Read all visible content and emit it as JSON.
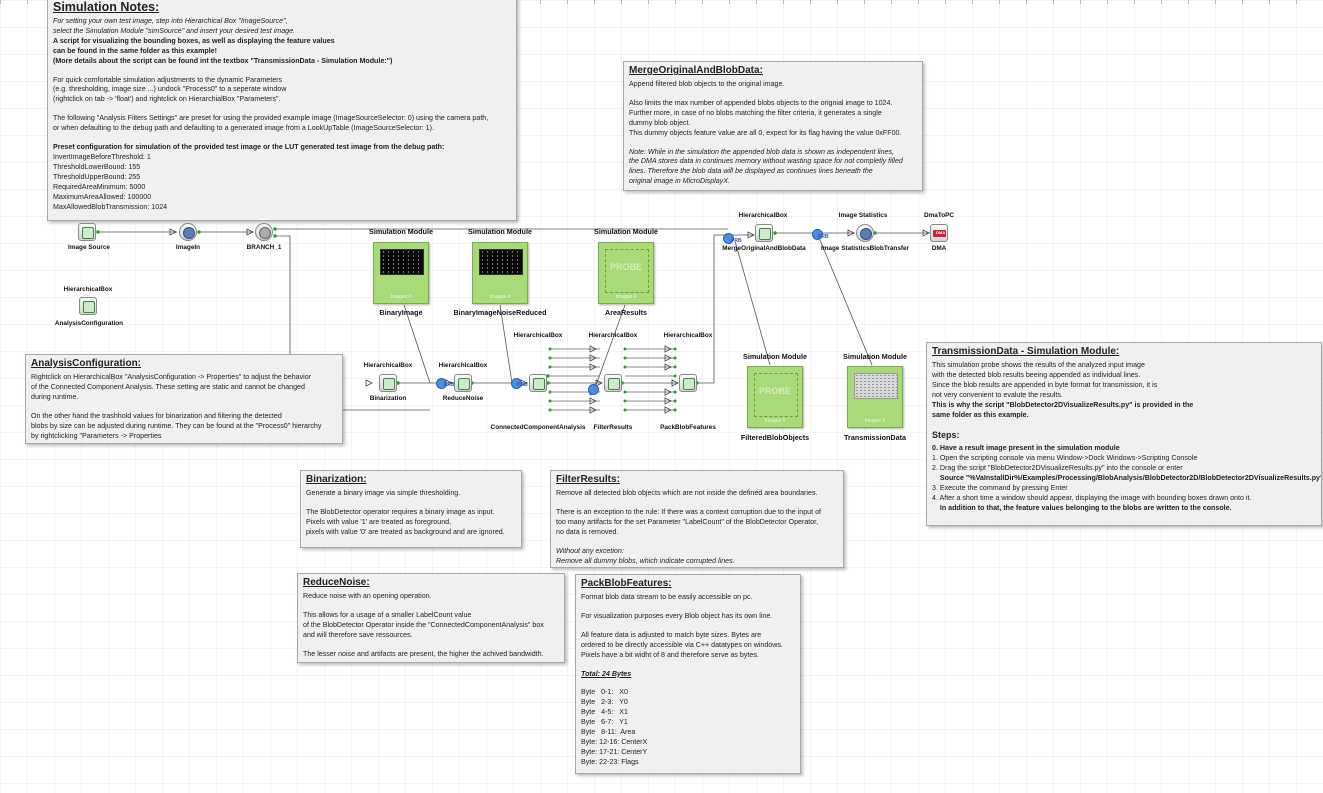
{
  "notes": {
    "simulation": {
      "title": "Simulation Notes:",
      "p1": "For setting your own test image, step into Hierarchical Box \"ImageSource\",\nselect the Simulation Module \"simSource\" and insert your desired test image.",
      "p1b": "A script for visualizing the bounding boxes, as well as displaying the feature values\ncan be found in the same folder as this example!\n(More details about the script can be found int the textbox \"TransmissionData - Simulation Module:\")",
      "p2": "For quick comfortable simulation adjustments to the dynamic Parameters\n(e.g. thresholding, image size ...) undock \"Process0\" to a seperate window\n(rightclick on tab -> 'float')  and rightclick on HierarchialBox \"Parameters\".",
      "p3": "The following \"Analysis Filters Settings\" are preset for using the provided example image (ImageSourceSelector: 0) using the camera path,\nor when defaulting to the debug path and defaulting to a generated image from a LookUpTable (ImageSourceSelector: 1).",
      "p4_title": "Preset configuration for simulation of the provided test image or the LUT generated test image from the debug path:",
      "p4": "InvertImageBeforeThreshold: 1\nThresholdLowerBound: 155\nThresholdUpperBound: 255\nRequiredAreaMinimum: 5000\nMaximumAreaAllowed: 100000\nMaxAllowedBlobTransmission: 1024"
    },
    "merge": {
      "title": "MergeOriginalAndBlobData:",
      "p1": "Append filtered blob objects to the original image.",
      "p2": "Also limits the max number of appended blobs objects to the orignial image to 1024.\nFurther more, in case of no blobs matching the filter criteria, it generates a single\ndummy blob object.\nThis dummy objects feature value are all 0, expect for its flag having the value 0xFF00.",
      "p3": "Note: While in the simulation the appended blob data is shown as independent lines,\nthe DMA stores data in continues memory without wasting space for not completly filled\nlines. Therefore the blob data will be displayed as continues lines beneath the\noriginal image in MicroDisplayX."
    },
    "analysis": {
      "title": "AnalysisConfiguration:",
      "p1": "Rightclick on HierarchicalBox \"AnalysisConfiguration -> Properties\" to adjust the behavior\nof the Connected Component Analysis. These setting are static and cannot be changed\nduring runtime.",
      "p2": "On the other hand the trashhold values for binarization and filtering the detected\nblobs by size can be adjusted during runtime. They can be found at the \"Process0\" hierarchy\nby rightclicking \"Parameters -> Properties"
    },
    "transmission": {
      "title": "TransmissionData - Simulation Module:",
      "p1": "This simulation probe shows the results of the analyzed input image\nwith the detected blob results beeing appended as individual lines.\nSince the blob results are appended in byte format for transmission, it is\nnot very convenient to evalute the results.",
      "p1b": "This is why the script \"BlobDetector2DVisualizeResults.py\" is provided in the\nsame folder as this example.",
      "steps_title": "Steps:",
      "step0": "0. Have a result image present in the simulation module",
      "step1": "1. Open the scripting console via menu Window->Dock Windows->Scripting Console",
      "step2": "2. Drag the script \"BlobDetector2DVisualizeResults.py\" into the console or enter",
      "step2b": "    Source \"%VaInstallDir%/Examples/Processing/BlobAnalysis/BlobDetector2D/BlobDetector2DVisualizeResults.py\"",
      "step3": "3. Execute the command by pressing Enter",
      "step4": "4. After a short time a window should appear, displaying the image with bounding boxes drawn onto it.",
      "step4b": "    In addition to that, the feature values belonging to the blobs are written to the console."
    },
    "binarization": {
      "title": "Binarization:",
      "p1": "Generate a binary image via simple thresholding.",
      "p2": "The BlobDetector operator requires a binary image as input.\nPixels with value '1' are treated as foreground,\npixels with value '0' are treated as background and are ignored."
    },
    "filterresults": {
      "title": "FilterResults:",
      "p1": "Remove all detected blob objects which are not inside the defined area boundaries.",
      "p2": "There is an exception to the rule: If there was a context corruption due to the input of\ntoo many artifacts for the set Parameter \"LabelCount\" of the BlobDetector Operator,\nno data is removed.",
      "p3": "Without any excetion:\nRemove all dummy blobs, which indicate corrupted lines."
    },
    "reducenoise": {
      "title": "ReduceNoise:",
      "p1": "Reduce noise with an opening operation.",
      "p2": "This allows for a usage of a smaller LabelCount value\nof the BlobDetector Operator inside the \"ConnectedComponentAnalysis\" box\nand will therefore save ressources.",
      "p3": "The lesser noise and artifacts are present, the higher the achived bandwidth."
    },
    "packblob": {
      "title": "PackBlobFeatures:",
      "p1": "Format blob data stream to be easily accessible on pc.",
      "p2": "For visualization purposes every Blob object has its own line.",
      "p3": "All feature data is adjusted to match byte sizes. Bytes are\nordered to be directly accessible via C++ datatypes on windows.\nPixels have a bit widht of 8 and therefore serve as bytes.",
      "total": "Total: 24 Bytes",
      "bytes": "Byte   0-1:   X0\nByte   2-3:   Y0\nByte   4-5:   X1\nByte   6-7:   Y1\nByte   8-11:  Area\nByte: 12-16: CenterX\nByte: 17-21: CenterY\nByte: 22-23: Flags"
    }
  },
  "operators": {
    "image_source": "Image Source",
    "image_in": "ImageIn",
    "branch": "BRANCH_1",
    "hierarchical_box": "HierarchicalBox",
    "analysis_configuration": "AnalysisConfiguration",
    "binarization": "Binarization",
    "reduce_noise": "ReduceNoise",
    "connected_component_analysis": "ConnectedComponentAnalysis",
    "filter_results": "FilterResults",
    "pack_blob_features": "PackBlobFeatures",
    "merge_original": "MergeOriginalAndBlobData",
    "image_statistics_label": "Image Statistics",
    "image_statistics_transfer": "Image StatisticsBlobTransfer",
    "dma_to_pc": "DmaToPC",
    "dma": "DMA",
    "dma_chip": "DMA",
    "probe_label": "PRB"
  },
  "simulation_modules": {
    "header": "Simulation Module",
    "binary_image": "BinaryImage",
    "binary_image_noise_reduced": "BinaryImageNoiseReduced",
    "area_results": "AreaResults",
    "filtered_blob_objects": "FilteredBlobObjects",
    "transmission_data": "TransmissionData",
    "probe_text": "PROBE",
    "footer": "Images #"
  }
}
